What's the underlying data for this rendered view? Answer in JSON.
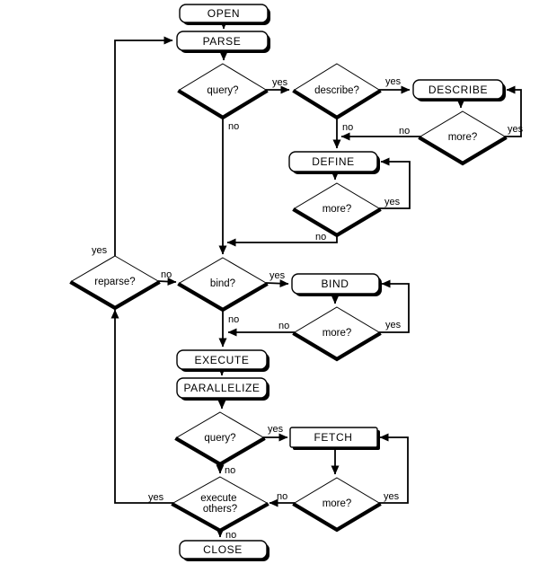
{
  "diagram_type": "flowchart",
  "labels": {
    "yes": "yes",
    "no": "no"
  },
  "nodes": {
    "open": "OPEN",
    "parse": "PARSE",
    "query1": "query?",
    "describe_q": "describe?",
    "describe": "DESCRIBE",
    "more_describe": "more?",
    "define": "DEFINE",
    "more_define": "more?",
    "reparse": "reparse?",
    "bind_q": "bind?",
    "bind": "BIND",
    "more_bind": "more?",
    "execute": "EXECUTE",
    "parallelize": "PARALLELIZE",
    "query2": "query?",
    "fetch": "FETCH",
    "more_fetch": "more?",
    "execute_others_line1": "execute",
    "execute_others_line2": "others?",
    "close": "CLOSE"
  },
  "colors": {
    "background": "#ffffff",
    "line": "#000000",
    "node_fill": "#ffffff"
  }
}
